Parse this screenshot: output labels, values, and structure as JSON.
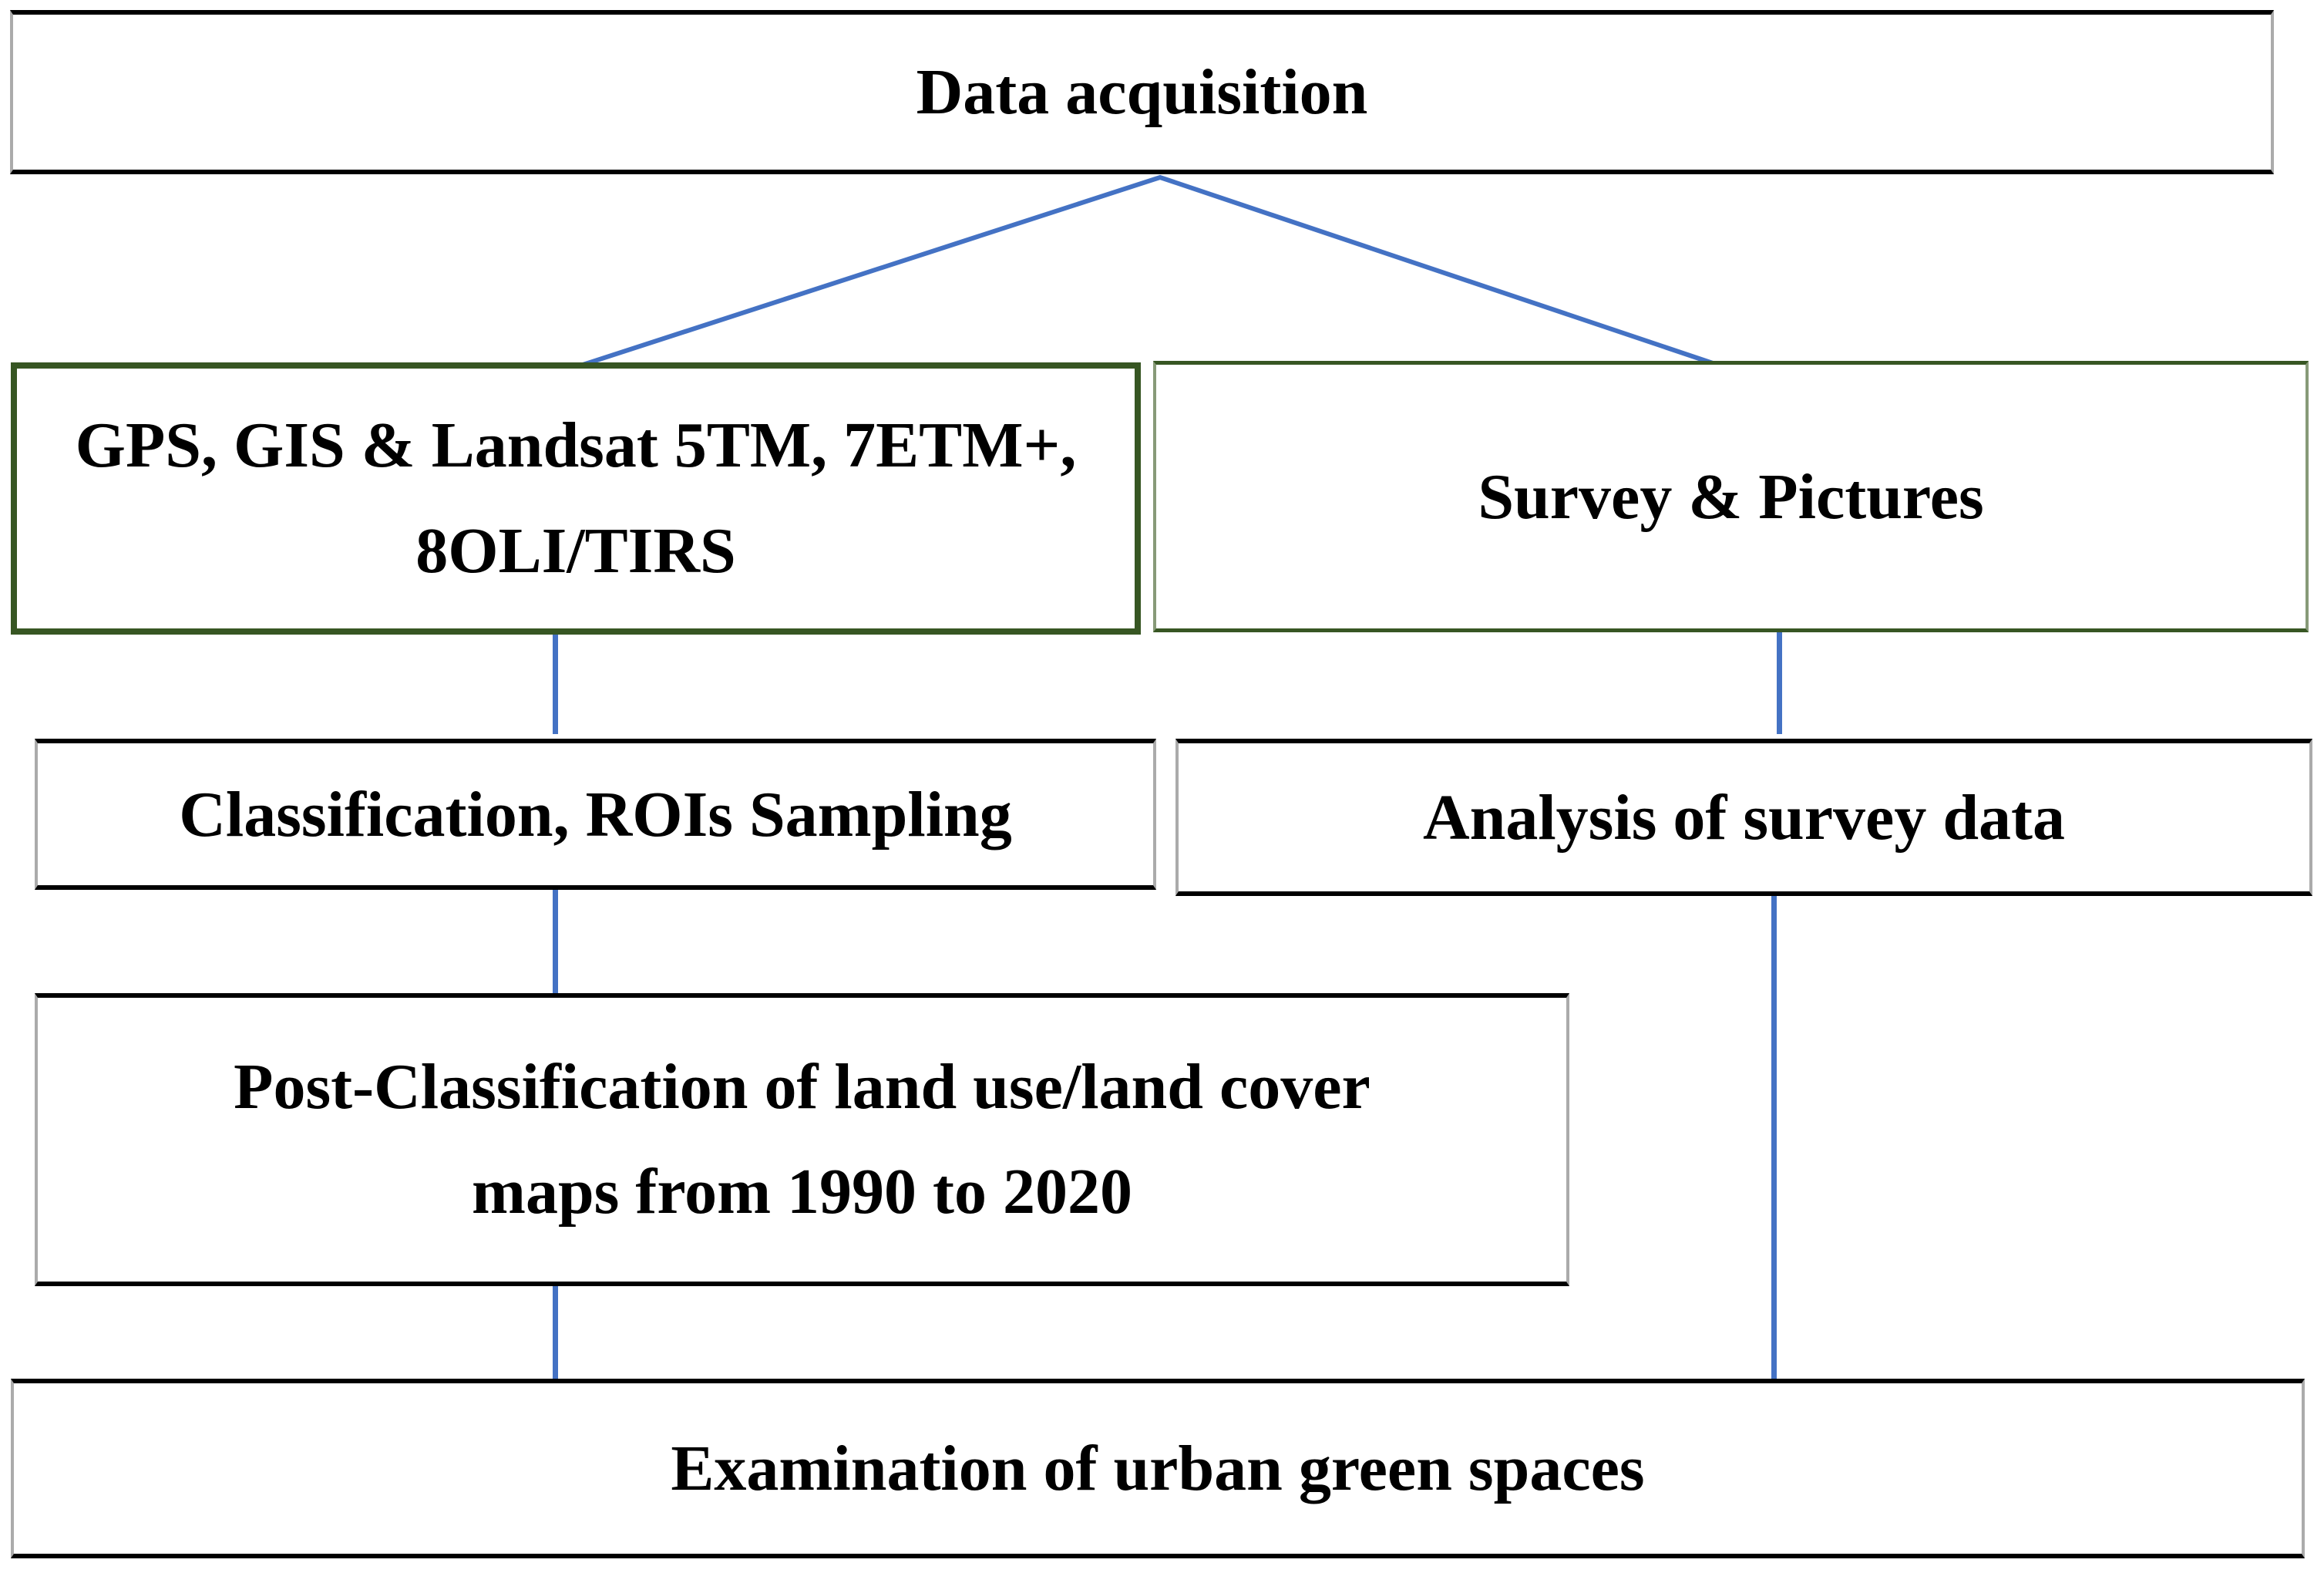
{
  "figure": {
    "type": "flowchart",
    "background": "#ffffff",
    "colors": {
      "connector_blue": "#4472C4",
      "green_box_border": "#375623",
      "black_box_border": "#000000",
      "box_side_gray": "#ABABAB",
      "text": "#000000"
    },
    "nodes": {
      "data_acquisition": {
        "label": "Data acquisition"
      },
      "gps_gis_landsat": {
        "line1": "GPS, GIS & Landsat 5TM, 7ETM+,",
        "line2": "8OLI/TIRS"
      },
      "survey_pictures": {
        "label": "Survey & Pictures"
      },
      "classification_rois": {
        "label": "Classification, ROIs Sampling"
      },
      "analysis_survey": {
        "label": "Analysis of survey data"
      },
      "post_classification": {
        "line1": "Post-Classification of land use/land cover",
        "line2": "maps from 1990 to 2020"
      },
      "examination": {
        "label": "Examination of urban green spaces"
      }
    },
    "edges": [
      {
        "from": "data_acquisition",
        "to": "gps_gis_landsat"
      },
      {
        "from": "data_acquisition",
        "to": "survey_pictures"
      },
      {
        "from": "gps_gis_landsat",
        "to": "classification_rois"
      },
      {
        "from": "survey_pictures",
        "to": "analysis_survey"
      },
      {
        "from": "classification_rois",
        "to": "post_classification"
      },
      {
        "from": "post_classification",
        "to": "examination"
      },
      {
        "from": "analysis_survey",
        "to": "examination"
      }
    ]
  }
}
